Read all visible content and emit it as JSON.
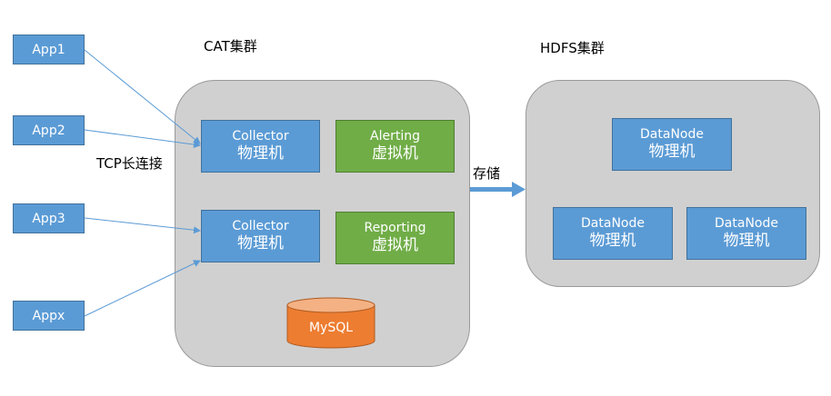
{
  "apps": {
    "app1": "App1",
    "app2": "App2",
    "app3": "App3",
    "appx": "Appx"
  },
  "connection_label": "TCP长连接",
  "cat_cluster": {
    "title": "CAT集群",
    "collector1": {
      "name": "Collector",
      "type": "物理机"
    },
    "collector2": {
      "name": "Collector",
      "type": "物理机"
    },
    "alerting": {
      "name": "Alerting",
      "type": "虚拟机"
    },
    "reporting": {
      "name": "Reporting",
      "type": "虚拟机"
    },
    "mysql": "MySQL"
  },
  "storage_label": "存储",
  "hdfs_cluster": {
    "title": "HDFS集群",
    "datanode1": {
      "name": "DataNode",
      "type": "物理机"
    },
    "datanode2": {
      "name": "DataNode",
      "type": "物理机"
    },
    "datanode3": {
      "name": "DataNode",
      "type": "物理机"
    }
  },
  "colors": {
    "blue": "#5b9bd5",
    "green": "#70ad47",
    "orange": "#ed7d31",
    "cluster_gray": "#d0d0d0"
  }
}
